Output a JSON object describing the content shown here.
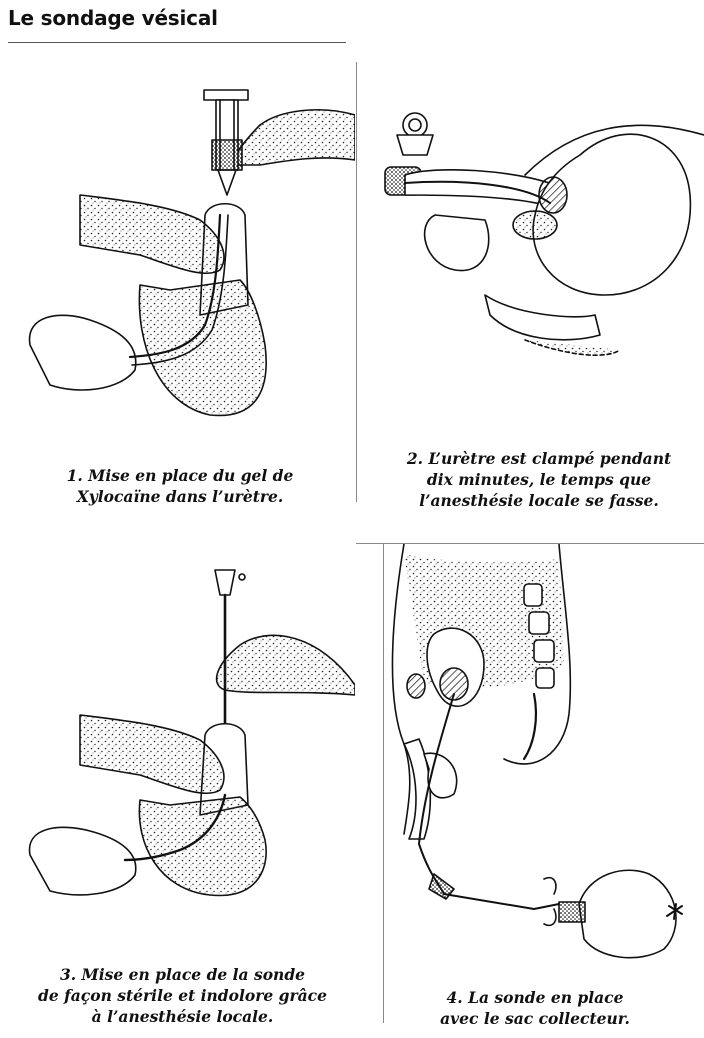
{
  "title": "Le sondage vésical",
  "figures": [
    {
      "caption_lines": [
        "1. Mise en place du gel de",
        "Xylocaïne dans l’urètre."
      ],
      "depicts": [
        "syringe",
        "gel",
        "penis",
        "urethra",
        "hand"
      ]
    },
    {
      "caption_lines": [
        "2. L’urètre est clampé pendant",
        "dix minutes, le temps que",
        "l’anesthésie locale se fasse."
      ],
      "depicts": [
        "penile-clamp",
        "urethra",
        "bladder",
        "prostate",
        "rectum"
      ]
    },
    {
      "caption_lines": [
        "3. Mise en place de la sonde",
        "de façon stérile et indolore grâce",
        "à l’anesthésie locale."
      ],
      "depicts": [
        "urinary-catheter",
        "hand",
        "penis",
        "urethra"
      ]
    },
    {
      "caption_lines": [
        "4. La sonde en place",
        "avec le sac collecteur."
      ],
      "depicts": [
        "catheter",
        "bladder",
        "spine",
        "collection-bag"
      ]
    }
  ],
  "colors": {
    "ink": "#111111",
    "rule": "#8a8a8a"
  },
  "icons": {
    "stipple": "dotted-shading-pattern"
  }
}
